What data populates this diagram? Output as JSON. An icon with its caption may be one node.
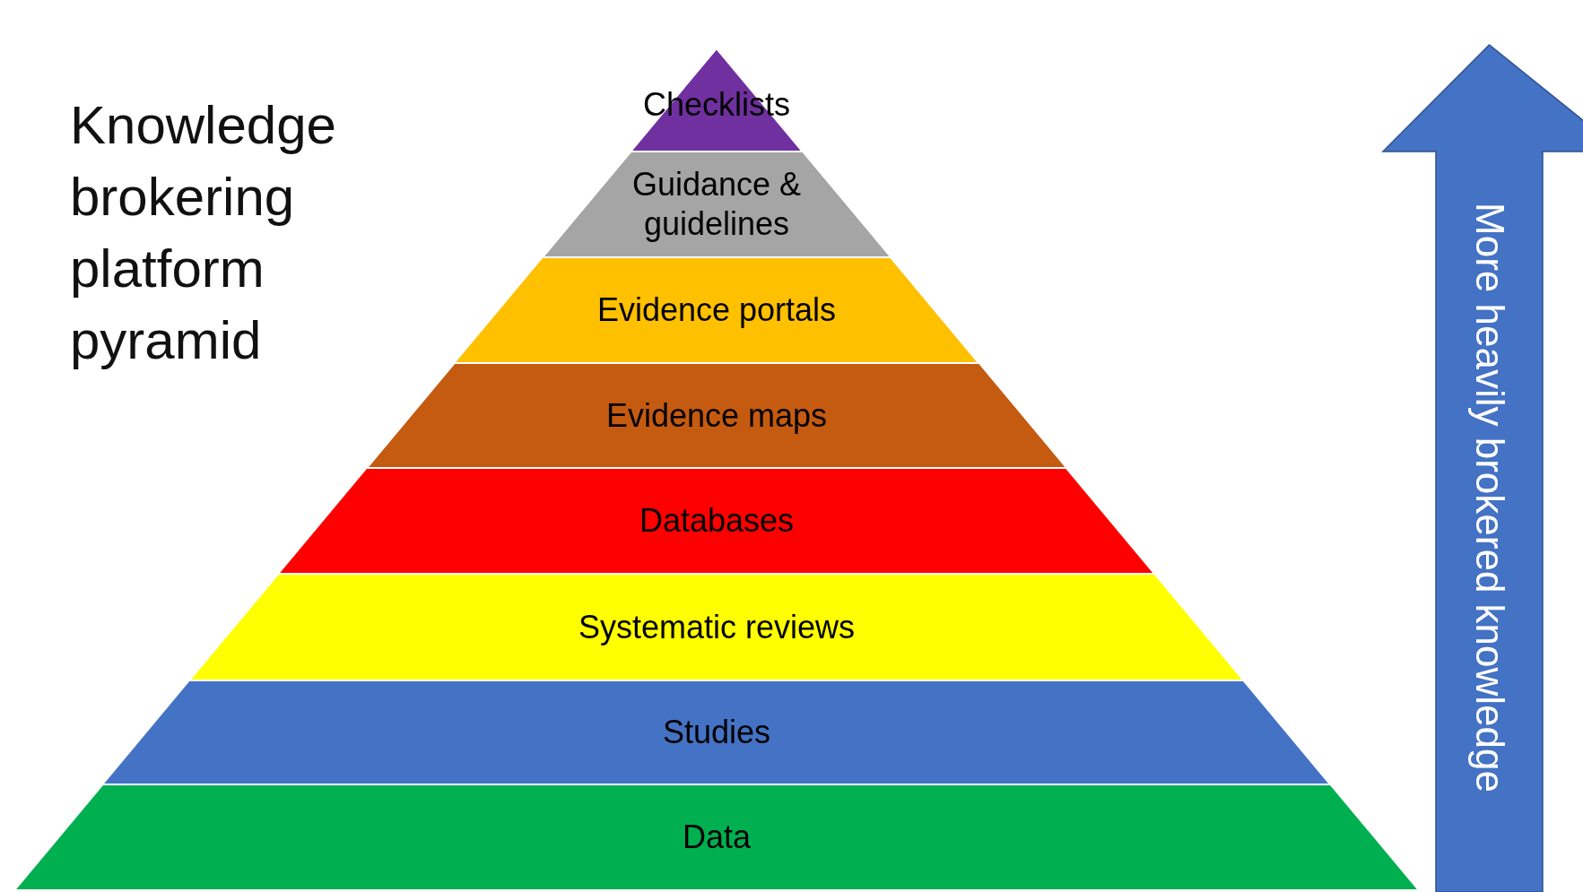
{
  "diagram": {
    "title": "Knowledge brokering platform pyramid",
    "nodes": [
      {
        "text": [
          "Checklists"
        ]
      },
      {
        "text": [
          "Guidance & guidelines"
        ]
      },
      {
        "text": [
          "Evidence portals"
        ]
      },
      {
        "text": [
          "Evidence maps"
        ]
      },
      {
        "text": [
          "Databases"
        ]
      },
      {
        "text": [
          "Systematic reviews"
        ]
      },
      {
        "text": [
          "Studies"
        ]
      },
      {
        "text": [
          "Data"
        ]
      },
      {
        "text": [
          "More heavily brokered knowledge"
        ]
      }
    ]
  }
}
